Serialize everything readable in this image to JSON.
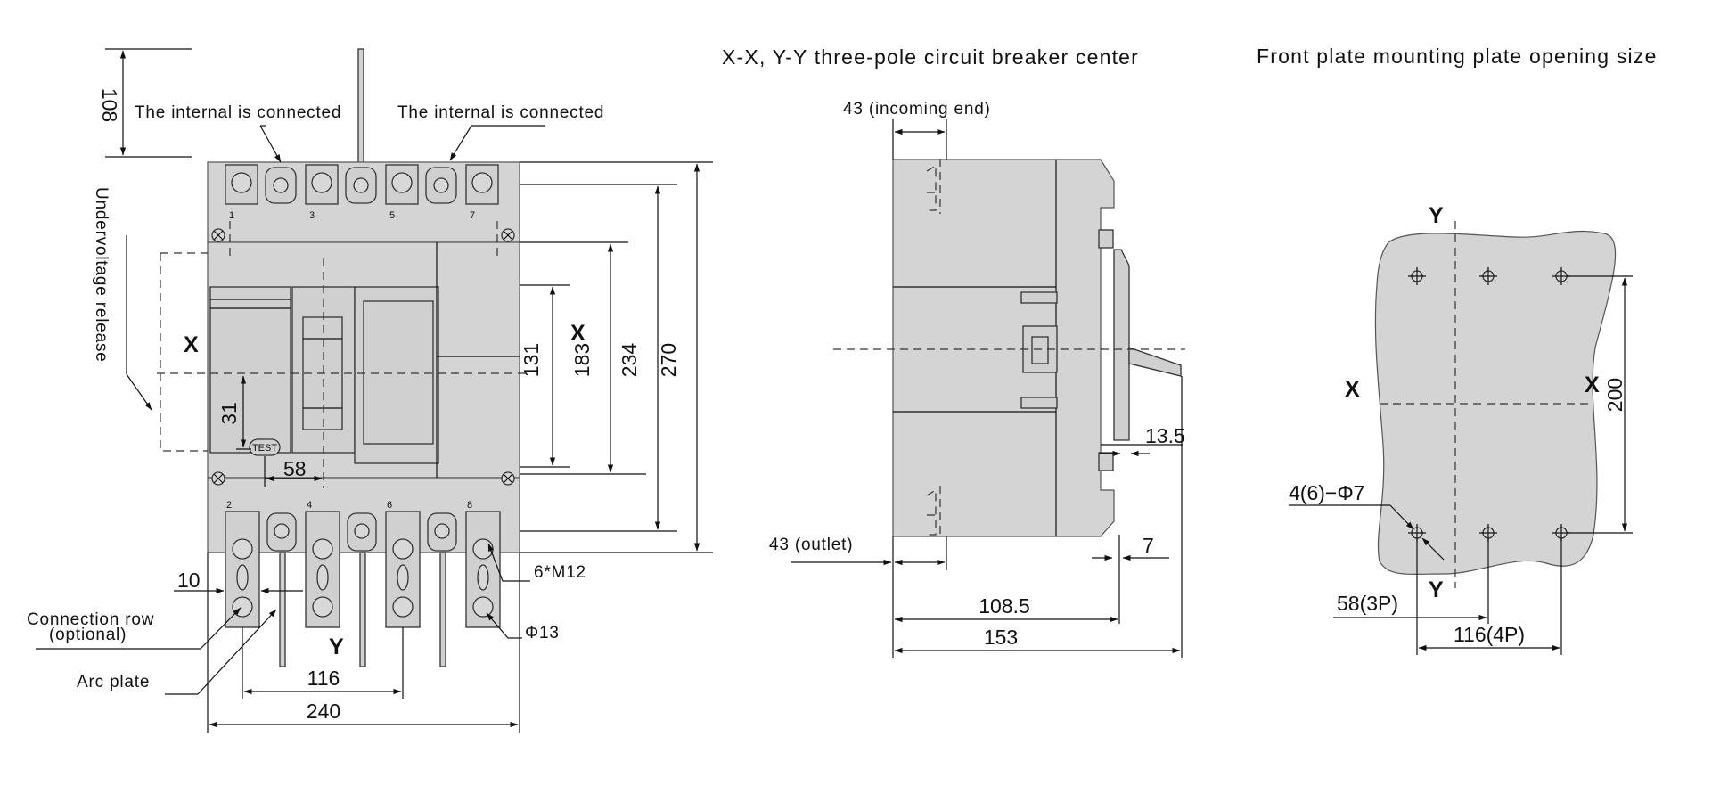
{
  "left_view": {
    "internal_connected_left": "The internal is connected",
    "internal_connected_right": "The internal is connected",
    "undervoltage_release": "Undervoltage release",
    "connection_row": "Connection row",
    "optional": "(optional)",
    "arc_plate": "Arc plate",
    "test": "TEST",
    "axis_x_left": "X",
    "axis_x_right": "X",
    "axis_y": "Y",
    "terminal_top": [
      "1",
      "3",
      "5",
      "7"
    ],
    "terminal_bottom": [
      "2",
      "4",
      "6",
      "8"
    ],
    "dims": {
      "d108": "108",
      "d270": "270",
      "d234": "234",
      "d183": "183",
      "d131": "131",
      "d31": "31",
      "d58": "58",
      "d10": "10",
      "d116": "116",
      "d240": "240",
      "m12": "6*M12",
      "phi13": "Φ13"
    }
  },
  "side_view": {
    "title": "X-X, Y-Y three-pole circuit breaker center",
    "incoming": "43 (incoming end)",
    "outlet": "43 (outlet)",
    "d13_5": "13.5",
    "d7": "7",
    "d108_5": "108.5",
    "d153": "153"
  },
  "front_plate": {
    "title": "Front plate mounting plate opening size",
    "axis_y_top": "Y",
    "axis_y_bottom": "Y",
    "axis_x_left": "X",
    "axis_x_right": "X",
    "d200": "200",
    "holes": "4(6)−Φ7",
    "d58_3p": "58(3P)",
    "d116_4p": "116(4P)"
  }
}
